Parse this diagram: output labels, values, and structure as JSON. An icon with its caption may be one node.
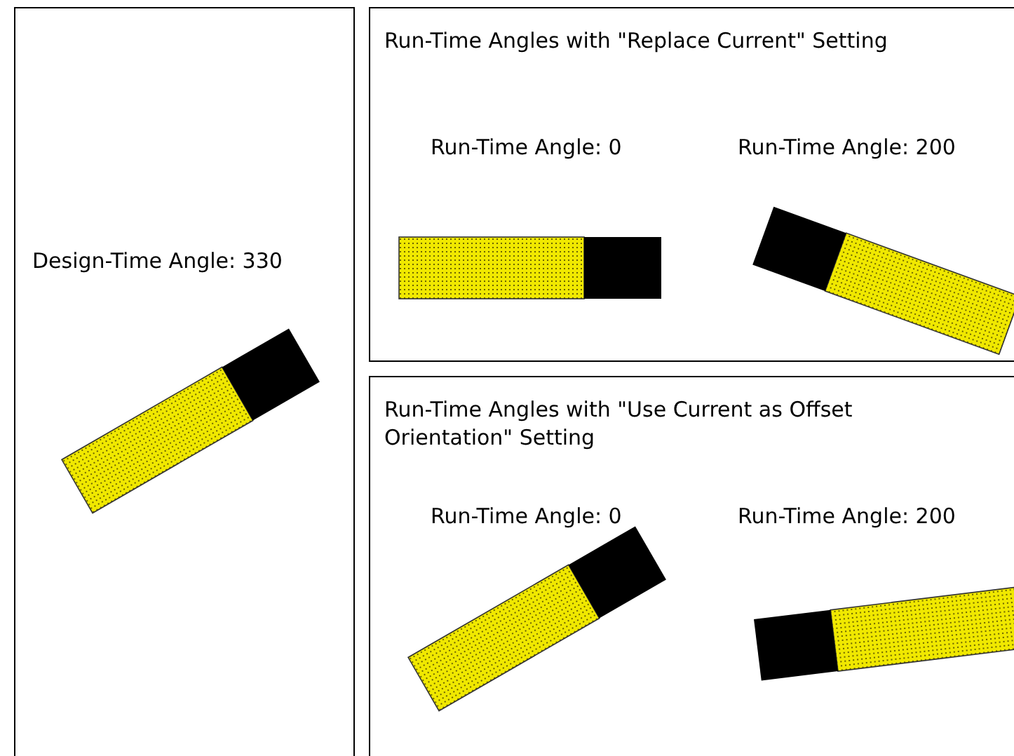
{
  "diagram": {
    "nodes": [
      {
        "text": [
          "Design-Time Angle: 330"
        ]
      },
      {
        "text": [
          "Run-Time Angles with \"Replace Current\" Setting"
        ]
      },
      {
        "text": [
          "Run-Time Angles with \"Use Current as Offset Orientation\" Setting"
        ]
      }
    ],
    "labels": [
      "Run-Time Angle: 0",
      "Run-Time Angle: 200",
      "Run-Time Angle: 0",
      "Run-Time Angle: 200"
    ]
  }
}
